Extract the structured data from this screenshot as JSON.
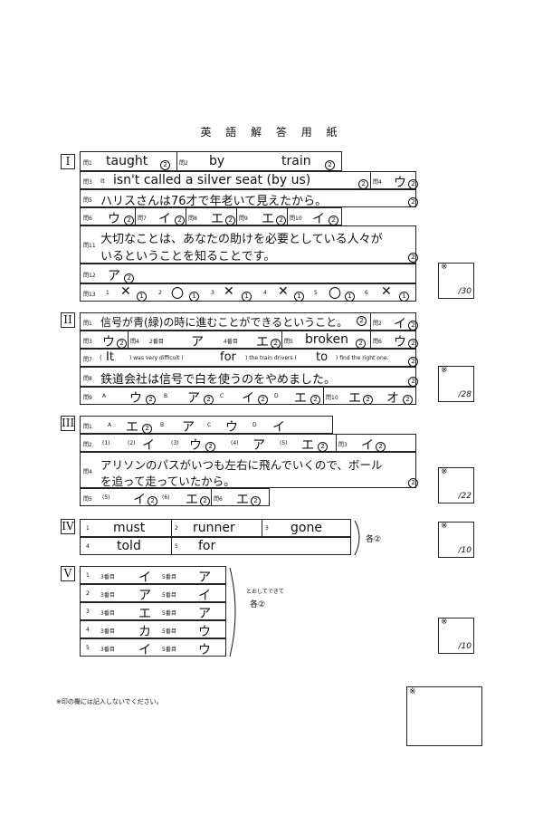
{
  "title": "英 語 解 答 用 紙",
  "sections": {
    "I": {
      "label": "I",
      "rows": {
        "q1": {
          "label": "問1",
          "answer": "taught",
          "mark": "2"
        },
        "q2": {
          "label": "問2",
          "answer": "by",
          "answer2": "train",
          "mark": "2"
        },
        "q3": {
          "label": "問3",
          "prefix": "It",
          "answer": "isn't called a silver seat (by us)",
          "mark": "2"
        },
        "q4": {
          "label": "問4",
          "answer": "ウ",
          "mark": "2"
        },
        "q5": {
          "label": "問5",
          "answer": "ハリスさんは76才で年老いて見えたから。",
          "mark": "2"
        },
        "q6": {
          "label": "問6",
          "answer": "ウ",
          "mark": "2"
        },
        "q7": {
          "label": "問7",
          "answer": "イ",
          "mark": "2"
        },
        "q8": {
          "label": "問8",
          "answer": "エ",
          "mark": "2"
        },
        "q9": {
          "label": "問9",
          "answer": "エ",
          "mark": "2"
        },
        "q10": {
          "label": "問10",
          "answer": "イ",
          "mark": "2"
        },
        "q11": {
          "label": "問11",
          "line1": "大切なことは、あなたの助けを必要としている人々が",
          "line2": "いるということを知ることです。",
          "mark": "2"
        },
        "q12": {
          "label": "問12",
          "answer": "ア",
          "mark": "2"
        },
        "q13": {
          "label": "問13",
          "items": [
            {
              "n": "1",
              "a": "✕"
            },
            {
              "n": "2",
              "a": "〇"
            },
            {
              "n": "3",
              "a": "✕"
            },
            {
              "n": "4",
              "a": "✕"
            },
            {
              "n": "5",
              "a": "〇"
            },
            {
              "n": "6",
              "a": "✕"
            }
          ],
          "mark": "1"
        }
      },
      "score": {
        "star": "※",
        "mark": "/30"
      }
    },
    "II": {
      "label": "II",
      "rows": {
        "q1": {
          "label": "問1",
          "answer": "信号が青(緑)の時に進むことができるということ。",
          "mark": "2"
        },
        "q2": {
          "label": "問2",
          "answer": "イ",
          "mark": "2"
        },
        "q3": {
          "label": "問3",
          "answer": "ウ",
          "mark": "2"
        },
        "q4": {
          "label": "問4",
          "sub1": "2番目",
          "a1": "ア",
          "sub2": "4番目",
          "a2": "エ",
          "mark": "2"
        },
        "q5": {
          "label": "問5",
          "answer": "broken",
          "mark": "2"
        },
        "q6": {
          "label": "問6",
          "answer": "ウ",
          "mark": "2"
        },
        "q7": {
          "label": "問7",
          "open": "(",
          "a1": "It",
          "t1": ") was very difficult (",
          "a2": "for",
          "t2": ") the train drivers (",
          "a3": "to",
          "t3": ") find the right one.",
          "mark": "2"
        },
        "q8": {
          "label": "問8",
          "answer": "鉄道会社は信号で白を使うのをやめました。",
          "mark": "2"
        },
        "q9": {
          "label": "問9",
          "items": [
            {
              "n": "A",
              "a": "ウ"
            },
            {
              "n": "B",
              "a": "ア"
            },
            {
              "n": "C",
              "a": "イ"
            },
            {
              "n": "D",
              "a": "エ"
            }
          ],
          "mark": "2"
        },
        "q10": {
          "label": "問10",
          "answer": "エ",
          "answer2": "オ",
          "mark": "2"
        }
      },
      "score": {
        "star": "※",
        "mark": "/28"
      }
    },
    "III": {
      "label": "III",
      "rows": {
        "q1": {
          "label": "問1",
          "items": [
            {
              "n": "A",
              "a": "エ"
            },
            {
              "n": "B",
              "a": "ア"
            },
            {
              "n": "C",
              "a": "ウ"
            },
            {
              "n": "D",
              "a": "イ"
            }
          ],
          "mark": "2"
        },
        "q2": {
          "label": "問2",
          "items": [
            {
              "n": "(1)",
              "a": ""
            },
            {
              "n": "(2)",
              "a": "イ"
            },
            {
              "n": "(3)",
              "a": "ウ"
            },
            {
              "n": "(4)",
              "a": "ア"
            },
            {
              "n": "(5)",
              "a": "エ"
            }
          ],
          "mark": "2"
        },
        "q3": {
          "label": "問3",
          "answer": "イ",
          "mark": "2"
        },
        "q4": {
          "label": "問4",
          "line1": "アリソンのパスがいつも左右に飛んでいくので、ボール",
          "line2": "を追って走っていたから。",
          "mark": "2"
        },
        "q5": {
          "label": "問5",
          "sub1": "(5)",
          "a1": "イ",
          "sub2": "(6)",
          "a2": "エ",
          "mark": "2"
        },
        "q6": {
          "label": "問6",
          "answer": "エ",
          "mark": "2"
        }
      },
      "score": {
        "star": "※",
        "mark": "/22"
      }
    },
    "IV": {
      "label": "IV",
      "rows": [
        {
          "n": "1",
          "a": "must"
        },
        {
          "n": "2",
          "a": "runner"
        },
        {
          "n": "3",
          "a": "gone"
        },
        {
          "n": "4",
          "a": "told"
        },
        {
          "n": "5",
          "a": "for"
        }
      ],
      "side_note": "各②",
      "score": {
        "star": "※",
        "mark": "/10"
      }
    },
    "V": {
      "label": "V",
      "col1": "3番目",
      "col2": "5番目",
      "rows": [
        {
          "n": "1",
          "a3": "イ",
          "a5": "ア"
        },
        {
          "n": "2",
          "a3": "ア",
          "a5": "イ"
        },
        {
          "n": "3",
          "a3": "エ",
          "a5": "ア"
        },
        {
          "n": "4",
          "a3": "カ",
          "a5": "ウ"
        },
        {
          "n": "5",
          "a3": "イ",
          "a5": "ウ"
        }
      ],
      "side_note1": "とおしてできて",
      "side_note2": "各②",
      "score": {
        "star": "※",
        "mark": "/10"
      }
    }
  },
  "total_box": {
    "star": "※"
  },
  "footer_note": "※印の欄には記入しないでください。"
}
